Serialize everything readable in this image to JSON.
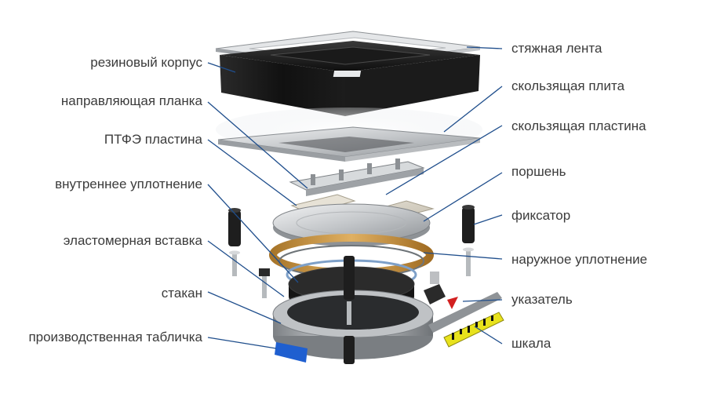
{
  "labels_left": [
    "резиновый корпус",
    "направляющая планка",
    "ПТФЭ пластина",
    "внутреннее уплотнение",
    "эластомерная вставка",
    "стакан",
    "производственная табличка"
  ],
  "labels_right": [
    "стяжная лента",
    "скользящая плита",
    "скользящая пластина",
    "поршень",
    "фиксатор",
    "наружное уплотнение",
    "указатель",
    "шкала"
  ],
  "colors": {
    "leader_line": "#1f4e8c",
    "label_text": "#3b3b3b",
    "rubber": "#141414",
    "steel": "#c9cbcd",
    "ptfe": "#d9d4c8",
    "seal_ring": "#c8963c",
    "plate_badge": "#1f5fd0",
    "scale": "#e8e21c",
    "pointer": "#d22020"
  }
}
